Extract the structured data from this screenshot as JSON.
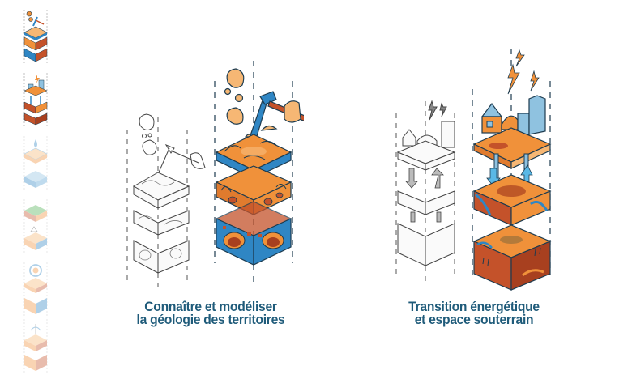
{
  "sidebar": {
    "thumbnails": [
      {
        "label": "geology-mining",
        "active": true
      },
      {
        "label": "energy-transition",
        "active": true
      },
      {
        "label": "water-resources",
        "active": false
      },
      {
        "label": "soil-risks",
        "active": false
      },
      {
        "label": "cycle-resources",
        "active": false
      },
      {
        "label": "subsurface-monitoring",
        "active": false
      }
    ]
  },
  "cards": [
    {
      "id": "geology",
      "caption_line1": "Connaître et modéliser",
      "caption_line2": "la géologie des territoires"
    },
    {
      "id": "energy",
      "caption_line1": "Transition énergétique",
      "caption_line2": "et espace souterrain"
    }
  ],
  "colors": {
    "caption": "#1f5b7a",
    "orange": "#f0913a",
    "orange_light": "#f6b774",
    "rust": "#c4522a",
    "blue": "#2f86c4",
    "blue_light": "#8fc2e0",
    "outline": "#1d3b4f",
    "sketch": "#555555"
  }
}
